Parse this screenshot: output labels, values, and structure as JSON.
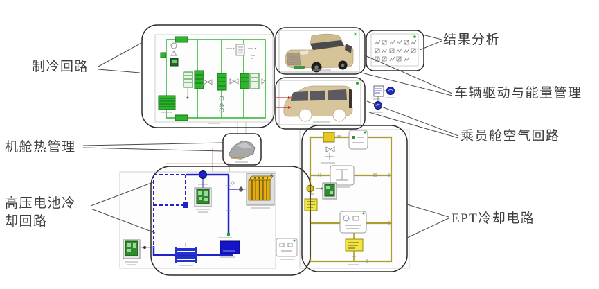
{
  "labels": {
    "refrigeration": "制冷回路",
    "cabin_thermal": "机舱热管理",
    "battery_cooling_line1": "高压电池冷",
    "battery_cooling_line2": "却回路",
    "results": "结果分析",
    "vehicle_drive": "车辆驱动与能量管理",
    "cabin_air": "乘员舱空气回路",
    "ept_cooling": "EPT冷却电路"
  },
  "results_panel": {
    "icon_rows": 3,
    "icon_cols": 6
  },
  "colors": {
    "refrigeration_green": "#2db52d",
    "refrigeration_dark": "#157015",
    "coolant_blue": "#2222cc",
    "chiller_blue": "#1414cc",
    "ept_olive": "#ad9d2a",
    "battery_gold": "#e2ae12",
    "highlight_yellow": "#f2e53c",
    "car_body_tan": "#d6c398",
    "glass_gray": "#4a4a4a",
    "status_green": "#22aa22",
    "arrow_red": "#c23327",
    "callout_outline": "#2b2b2b",
    "label_text": "#3d3d3d"
  }
}
